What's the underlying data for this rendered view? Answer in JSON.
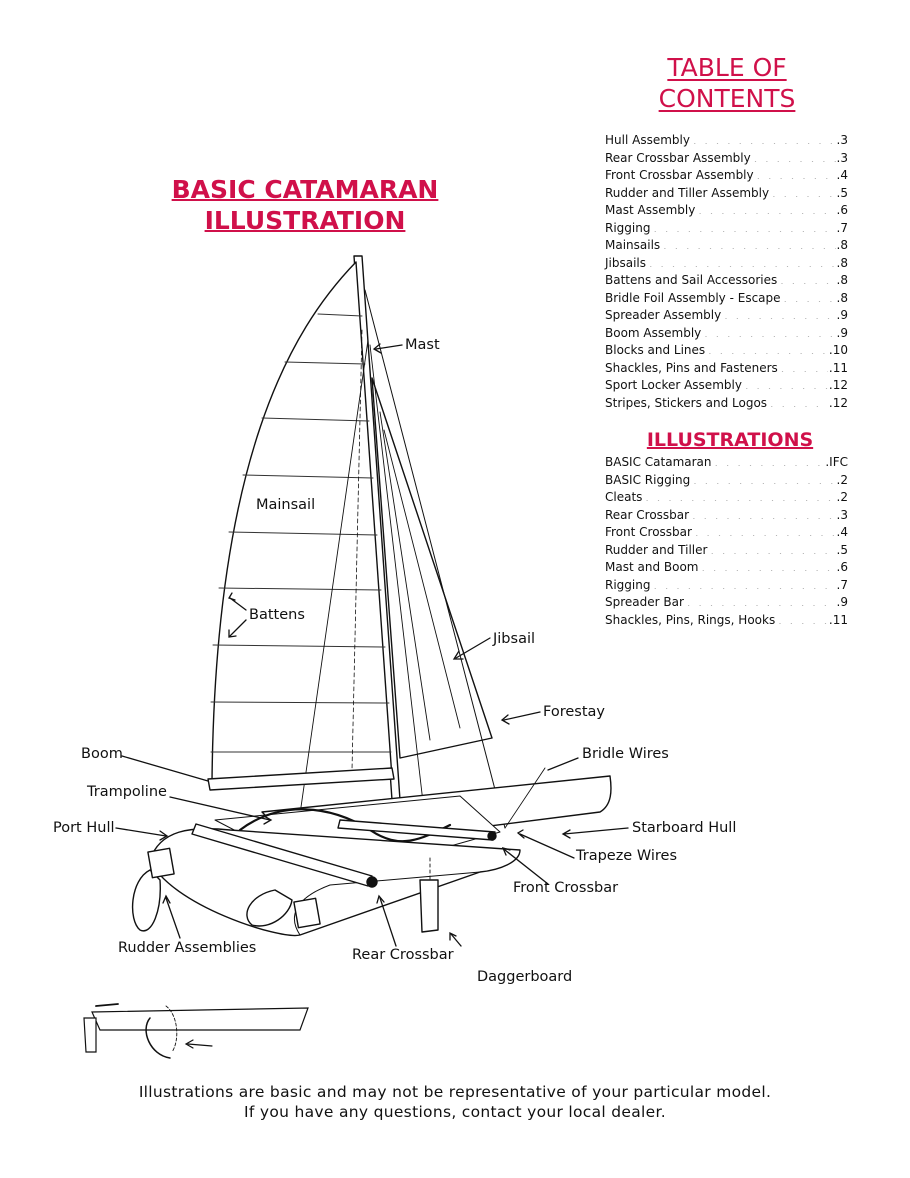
{
  "toc": {
    "title": "TABLE OF CONTENTS",
    "entries": [
      {
        "label": "Hull Assembly",
        "page": ".3"
      },
      {
        "label": "Rear Crossbar Assembly",
        "page": ".3"
      },
      {
        "label": "Front Crossbar Assembly",
        "page": ".4"
      },
      {
        "label": "Rudder and Tiller Assembly",
        "page": ".5"
      },
      {
        "label": "Mast Assembly",
        "page": ".6"
      },
      {
        "label": "Rigging",
        "page": ".7"
      },
      {
        "label": "Mainsails",
        "page": ".8"
      },
      {
        "label": "Jibsails",
        "page": ".8"
      },
      {
        "label": "Battens and Sail Accessories",
        "page": ".8"
      },
      {
        "label": "Bridle Foil Assembly - Escape",
        "page": ".8"
      },
      {
        "label": "Spreader Assembly",
        "page": ".9"
      },
      {
        "label": "Boom Assembly",
        "page": ".9"
      },
      {
        "label": "Blocks and Lines",
        "page": ".10"
      },
      {
        "label": "Shackles, Pins and Fasteners",
        "page": ".11"
      },
      {
        "label": "Sport Locker Assembly",
        "page": ".12"
      },
      {
        "label": "Stripes, Stickers and Logos",
        "page": ".12"
      }
    ]
  },
  "illustrations": {
    "title": "ILLUSTRATIONS",
    "entries": [
      {
        "label": "BASIC Catamaran",
        "page": ".IFC"
      },
      {
        "label": "BASIC Rigging",
        "page": ".2"
      },
      {
        "label": "Cleats",
        "page": ".2"
      },
      {
        "label": "Rear Crossbar",
        "page": ".3"
      },
      {
        "label": "Front Crossbar",
        "page": ".4"
      },
      {
        "label": "Rudder and Tiller",
        "page": ".5"
      },
      {
        "label": "Mast and Boom",
        "page": ".6"
      },
      {
        "label": "Rigging",
        "page": ".7"
      },
      {
        "label": "Spreader Bar",
        "page": ".9"
      },
      {
        "label": "Shackles, Pins, Rings, Hooks",
        "page": ".11"
      }
    ]
  },
  "diagram": {
    "title_line1": "BASIC CATAMARAN",
    "title_line2": "ILLUSTRATION",
    "labels": {
      "mast": "Mast",
      "mainsail": "Mainsail",
      "battens": "Battens",
      "jibsail": "Jibsail",
      "forestay": "Forestay",
      "boom": "Boom",
      "bridle_wires": "Bridle Wires",
      "trampoline": "Trampoline",
      "port_hull": "Port Hull",
      "starboard_hull": "Starboard Hull",
      "trapeze_wires": "Trapeze Wires",
      "front_crossbar": "Front Crossbar",
      "rudder_assemblies": "Rudder Assemblies",
      "rear_crossbar": "Rear Crossbar",
      "daggerboard": "Daggerboard"
    }
  },
  "footer": {
    "line1": "Illustrations are basic and may not be representative of your particular model.",
    "line2": "If you have any questions, contact your local dealer."
  },
  "colors": {
    "heading": "#d0104a",
    "text": "#111111"
  }
}
